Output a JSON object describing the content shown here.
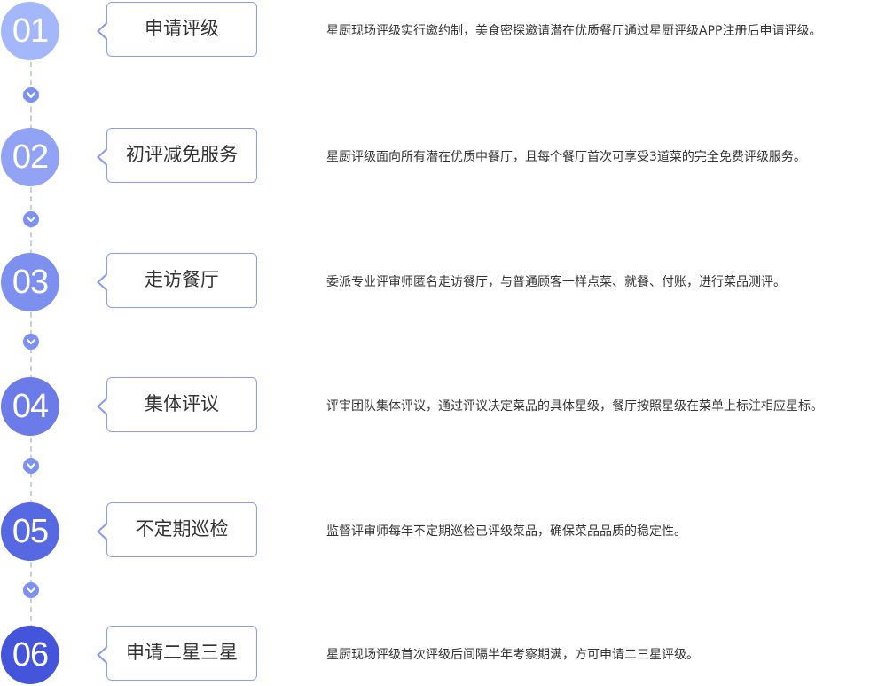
{
  "colors": {
    "circle_light": "#a5b7fb",
    "circle_dark": "#4455dc",
    "border": "#8b9cf0",
    "chevron": "#7d91f2",
    "dash": "#c9cede"
  },
  "steps": [
    {
      "number": "01",
      "title": "申请评级",
      "description": "星厨现场评级实行邀约制，美食密探邀请潜在优质餐厅通过星厨评级APP注册后申请评级。"
    },
    {
      "number": "02",
      "title": "初评减免服务",
      "description": "星厨评级面向所有潜在优质中餐厅，且每个餐厅首次可享受3道菜的完全免费评级服务。"
    },
    {
      "number": "03",
      "title": "走访餐厅",
      "description": "委派专业评审师匿名走访餐厅，与普通顾客一样点菜、就餐、付账，进行菜品测评。"
    },
    {
      "number": "04",
      "title": "集体评议",
      "description": "评审团队集体评议，通过评议决定菜品的具体星级，餐厅按照星级在菜单上标注相应星标。"
    },
    {
      "number": "05",
      "title": "不定期巡检",
      "description": "监督评审师每年不定期巡检已评级菜品，确保菜品品质的稳定性。"
    },
    {
      "number": "06",
      "title": "申请二星三星",
      "description": "星厨现场评级首次评级后间隔半年考察期满，方可申请二三星评级。"
    }
  ],
  "connector_icon": "chevron-down-icon"
}
